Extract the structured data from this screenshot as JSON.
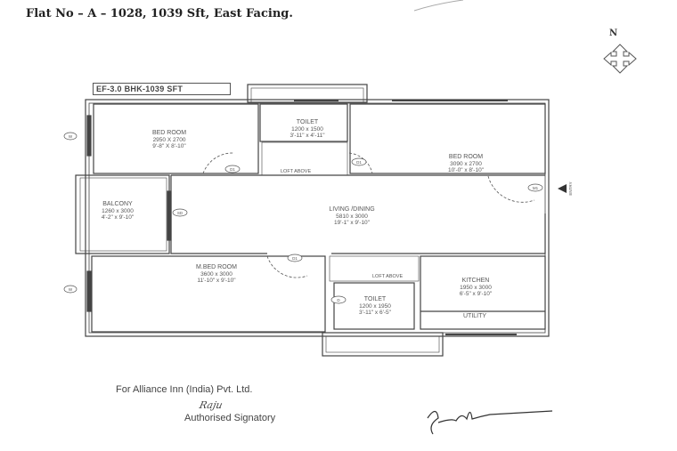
{
  "header": {
    "title": "Flat No – A – 1028, 1039 Sft, East Facing.",
    "north_label": "N",
    "compass_icon": "compass-arrows"
  },
  "plan": {
    "tag": "EF-3.0 BHK-1039 SFT",
    "rooms": [
      {
        "name": "BED ROOM",
        "mm": "2950 X 2700",
        "ft": "9'-8\" X 8'-10\""
      },
      {
        "name": "TOILET",
        "mm": "1200 x 1500",
        "ft": "3'-11\" x 4'-11\""
      },
      {
        "name": "BED ROOM",
        "mm": "3090 x 2700",
        "ft": "10'-0\" x 8'-10\""
      },
      {
        "name": "BALCONY",
        "mm": "1260 x 3000",
        "ft": "4'-2\" x 9'-10\""
      },
      {
        "name": "LIVING /DINING",
        "mm": "5810 x 3000",
        "ft": "19'-1\" x 9'-10\""
      },
      {
        "name": "M.BED ROOM",
        "mm": "3600 x 3000",
        "ft": "11'-10\" x 9'-10\""
      },
      {
        "name": "TOILET",
        "mm": "1200 x 1950",
        "ft": "3'-11\" x 6'-5\""
      },
      {
        "name": "KITCHEN",
        "mm": "1950 x 3000",
        "ft": "6'-5\" x 9'-10\""
      }
    ],
    "loft_top": "LOFT ABOVE",
    "loft_bottom": "LOFT ABOVE",
    "utility": "UTILITY",
    "doors": {
      "d1a": "D1",
      "d1b": "D1",
      "d1c": "D1",
      "sd": "SD",
      "m1": "M1",
      "w1": "W",
      "w2": "W",
      "d": "D"
    },
    "entry": "ENTRY"
  },
  "footer": {
    "company": "For Alliance Inn (India) Pvt. Ltd.",
    "signature_initials": "Raju",
    "signatory": "Authorised Signatory"
  }
}
